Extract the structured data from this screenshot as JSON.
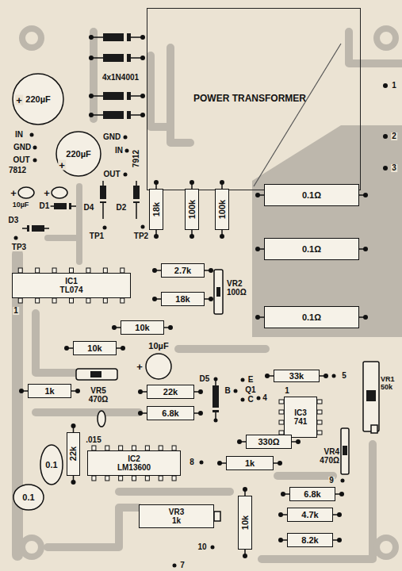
{
  "diagram": {
    "nodes": [
      {
        "text": [
          "POWER TRANSFORMER"
        ]
      },
      {
        "text": [
          "220µF"
        ]
      },
      {
        "text": [
          "220µF"
        ]
      },
      {
        "text": [
          "18k"
        ]
      },
      {
        "text": [
          "100k"
        ]
      },
      {
        "text": [
          "100k"
        ]
      },
      {
        "text": [
          "0.1Ω"
        ]
      },
      {
        "text": [
          "0.1Ω"
        ]
      },
      {
        "text": [
          "0.1Ω"
        ]
      },
      {
        "text": [
          "IC1",
          "TL074"
        ]
      },
      {
        "text": [
          "2.7k"
        ]
      },
      {
        "text": [
          "18k"
        ]
      },
      {
        "text": [
          "VR2",
          "100Ω"
        ]
      },
      {
        "text": [
          "10k"
        ]
      },
      {
        "text": [
          "10k"
        ]
      },
      {
        "text": [
          "1k"
        ]
      },
      {
        "text": [
          "VR5",
          "470Ω"
        ]
      },
      {
        "text": [
          "10µF"
        ]
      },
      {
        "text": [
          "22k"
        ]
      },
      {
        "text": [
          "6.8k"
        ]
      },
      {
        "text": [
          "33k"
        ]
      },
      {
        "text": [
          "IC3",
          "741"
        ]
      },
      {
        "text": [
          "VR1",
          "50k"
        ]
      },
      {
        "text": [
          "VR4",
          "470Ω"
        ]
      },
      {
        "text": [
          "330Ω"
        ]
      },
      {
        "text": [
          "1k"
        ]
      },
      {
        "text": [
          "IC2",
          "LM13600"
        ]
      },
      {
        "text": [
          "22k"
        ]
      },
      {
        "text": [
          "0.1"
        ]
      },
      {
        "text": [
          "0.1"
        ]
      },
      {
        "text": [
          "VR3",
          "1k"
        ]
      },
      {
        "text": [
          "10k"
        ]
      },
      {
        "text": [
          "6.8k"
        ]
      },
      {
        "text": [
          "4.7k"
        ]
      },
      {
        "text": [
          "8.2k"
        ]
      }
    ],
    "labels": [
      "4x1N4001",
      "+",
      "1",
      "IN",
      "2",
      "GND",
      "GND",
      "IN",
      "+",
      "OUT",
      "7912",
      "3",
      "7812",
      "OUT",
      "+",
      "+",
      "10µF",
      "D1",
      "D4",
      "D2",
      "D3",
      "TP1",
      "TP2",
      "TP3",
      "1",
      "+",
      "E",
      "5",
      "D5",
      "B",
      "Q1",
      "4",
      "C",
      "1",
      ".015",
      "8",
      "9",
      "10",
      "7"
    ]
  }
}
